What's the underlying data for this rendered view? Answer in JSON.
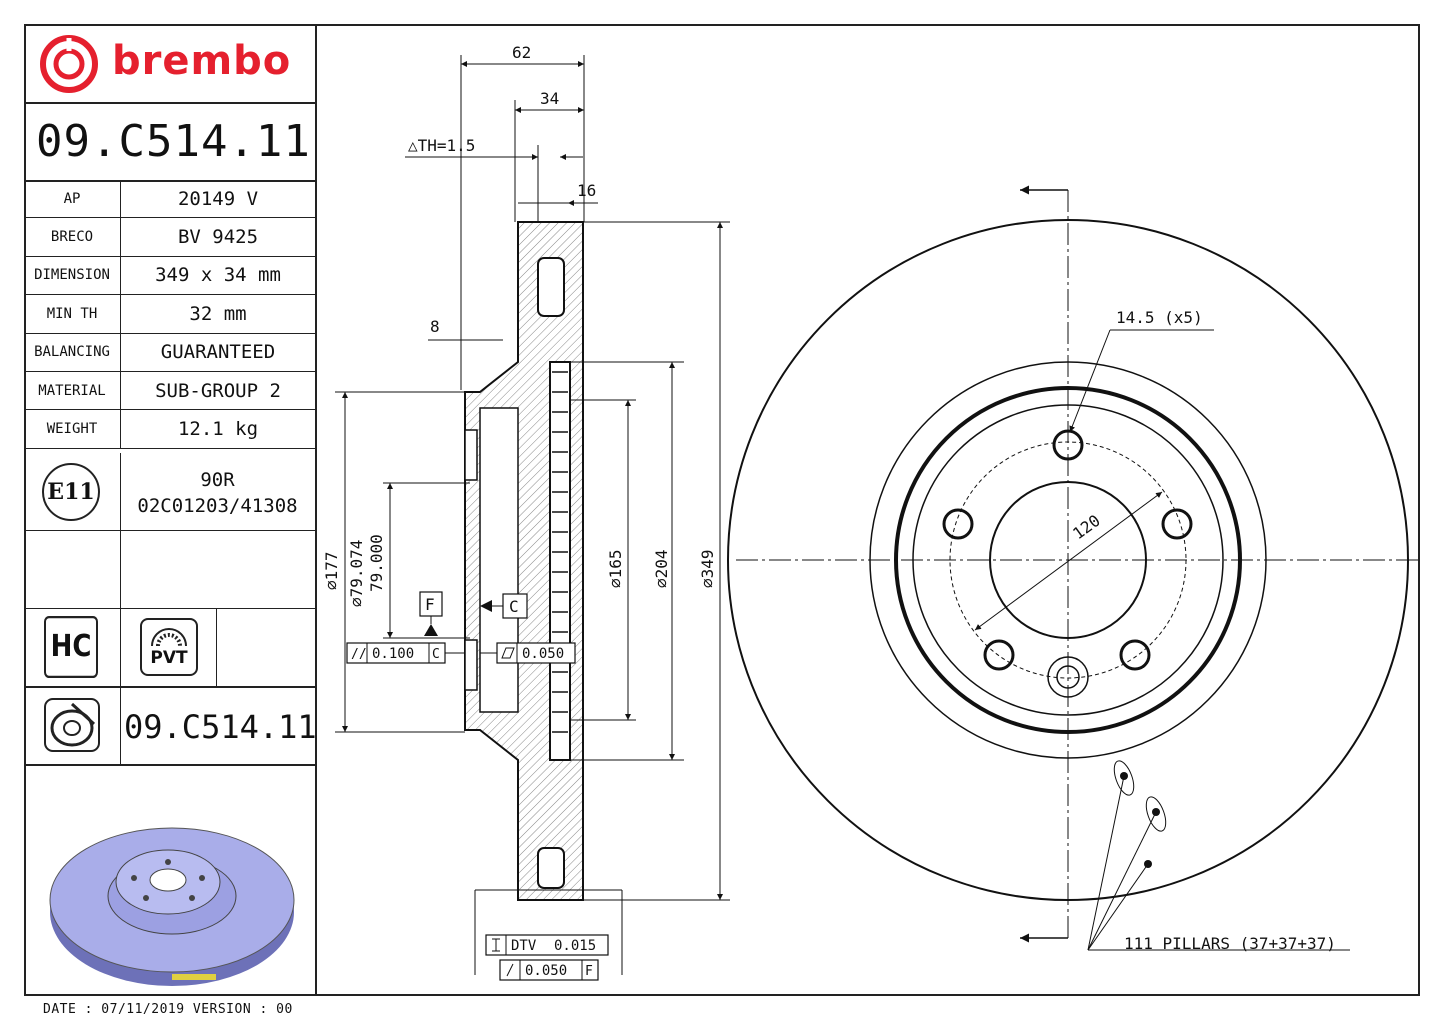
{
  "brand": {
    "name": "brembo"
  },
  "part_number": "09.C514.11",
  "specs": [
    {
      "key": "AP",
      "value": "20149 V"
    },
    {
      "key": "BRECO",
      "value": "BV 9425"
    },
    {
      "key": "DIMENSION",
      "value": "349 x 34 mm"
    },
    {
      "key": "MIN TH",
      "value": "32 mm"
    },
    {
      "key": "BALANCING",
      "value": "GUARANTEED"
    },
    {
      "key": "MATERIAL",
      "value": "SUB-GROUP 2"
    },
    {
      "key": "WEIGHT",
      "value": "12.1 kg"
    }
  ],
  "certification": {
    "mark": "E11",
    "line1": "90R",
    "line2": "02C01203/41308"
  },
  "badges": {
    "hc": "HC",
    "pvt": "PVT"
  },
  "part_number_repeat": "09.C514.11",
  "footer": {
    "text": "DATE : 07/11/2019 VERSION : 00"
  },
  "dimensions": {
    "overall_width": "62",
    "thickness": "34",
    "th_tolerance": "△TH=1.5",
    "friction_ring": "16",
    "hat_offset": "8",
    "d177": "∅177",
    "d79": "∅79.074",
    "d79b": "79.000",
    "d165": "∅165",
    "d204": "∅204",
    "d349": "∅349",
    "datum_f": "F",
    "datum_c": "C",
    "parallelism": "0.100",
    "parallelism_ref": "C",
    "flatness": "0.050",
    "dtv_label": "DTV",
    "dtv_value": "0.015",
    "runout_value": "0.050",
    "runout_ref": "F",
    "bolt_holes": "14.5 (x5)",
    "pcd": "120",
    "pillars": "111 PILLARS (37+37+37)"
  },
  "colors": {
    "brand_red": "#e5202e",
    "disc_blue": "#9aa0e6"
  }
}
